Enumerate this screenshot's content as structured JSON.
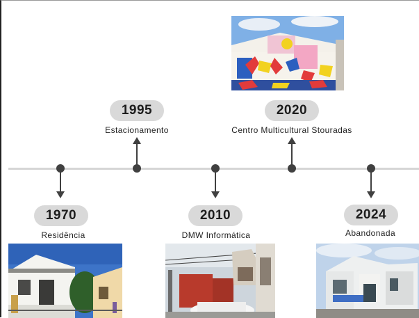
{
  "events": [
    {
      "year": "1970",
      "label": "Residência"
    },
    {
      "year": "1995",
      "label": "Estacionamento"
    },
    {
      "year": "2010",
      "label": "DMW Informática"
    },
    {
      "year": "2020",
      "label": "Centro Multicultural Stouradas"
    },
    {
      "year": "2024",
      "label": "Abandonada"
    }
  ],
  "colors": {
    "axis": "#d6d6d6",
    "marker": "#404040",
    "pill": "#d9d9d9",
    "text": "#222222"
  },
  "photos": [
    {
      "event": "1970",
      "subject": "white-house-photo"
    },
    {
      "event": "2010",
      "subject": "red-wall-street-photo"
    },
    {
      "event": "2020",
      "subject": "mural-house-photo"
    },
    {
      "event": "2024",
      "subject": "abandoned-house-photo"
    }
  ]
}
